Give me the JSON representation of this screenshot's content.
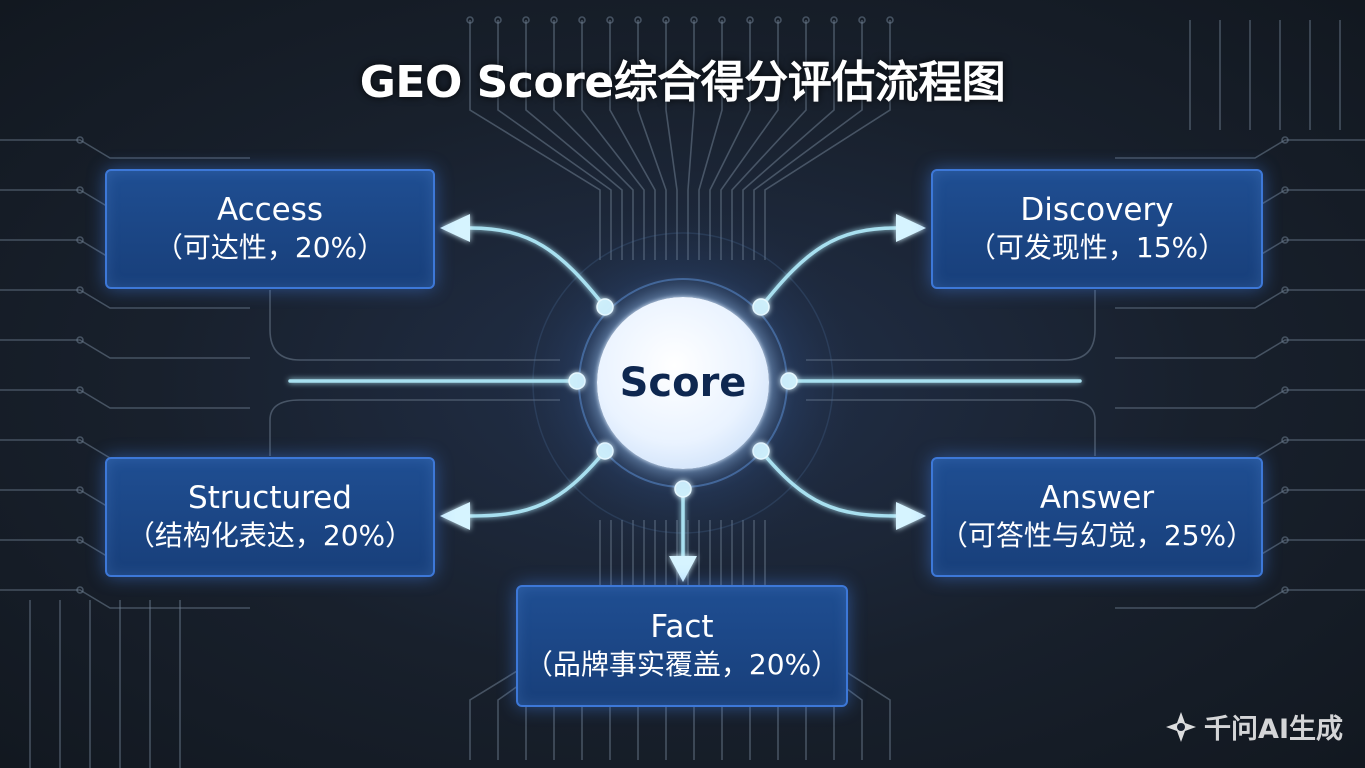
{
  "title": "GEO Score综合得分评估流程图",
  "center": {
    "label": "Score"
  },
  "nodes": {
    "access": {
      "name": "Access",
      "desc": "（可达性，20%）"
    },
    "discovery": {
      "name": "Discovery",
      "desc": "（可发现性，15%）"
    },
    "structured": {
      "name": "Structured",
      "desc": "（结构化表达，20%）"
    },
    "answer": {
      "name": "Answer",
      "desc": "（可答性与幻觉，25%）"
    },
    "fact": {
      "name": "Fact",
      "desc": "（品牌事实覆盖，20%）"
    }
  },
  "watermark": {
    "text": "千问AI生成",
    "icon": "sparkle-logo-icon"
  },
  "colors": {
    "background": "#18202c",
    "node_fill": "#1b4583",
    "node_border": "#3d78d8",
    "connector": "#a8e0f0",
    "circuit_trace": "#6d7e8f"
  }
}
